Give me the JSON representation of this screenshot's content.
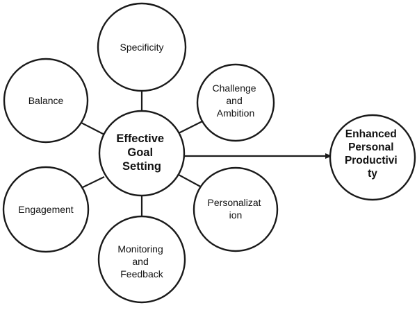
{
  "diagram": {
    "center": {
      "lines": [
        "Effective",
        "Goal",
        "Setting"
      ]
    },
    "satellites": [
      {
        "key": "specificity",
        "lines": [
          "Specificity"
        ]
      },
      {
        "key": "challenge-ambition",
        "lines": [
          "Challenge",
          "and",
          "Ambition"
        ]
      },
      {
        "key": "personalization",
        "lines": [
          "Personalizat",
          "ion"
        ]
      },
      {
        "key": "monitoring-feedback",
        "lines": [
          "Monitoring",
          "and",
          "Feedback"
        ]
      },
      {
        "key": "engagement",
        "lines": [
          "Engagement"
        ]
      },
      {
        "key": "balance",
        "lines": [
          "Balance"
        ]
      }
    ],
    "output": {
      "lines": [
        "Enhanced",
        "Personal",
        "Productivi",
        "ty"
      ]
    }
  }
}
